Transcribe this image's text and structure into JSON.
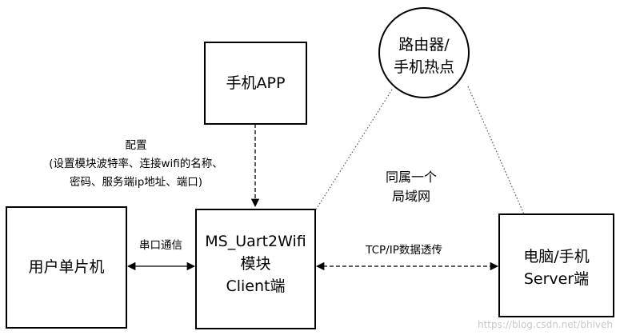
{
  "nodes": {
    "phone_app": {
      "label": "手机APP"
    },
    "router": {
      "line1": "路由器/",
      "line2": "手机热点"
    },
    "mcu": {
      "label": "用户单片机"
    },
    "module": {
      "line1": "MS_Uart2Wifi",
      "line2": "模块",
      "line3": "Client端"
    },
    "pc": {
      "line1": "电脑/手机",
      "line2": "Server端"
    }
  },
  "edges": {
    "config": {
      "line1": "配置",
      "line2": "(设置模块波特率、连接wifi的名称、",
      "line3": "密码、服务端ip地址、端口)"
    },
    "serial": {
      "label": "串口通信"
    },
    "tcp": {
      "label": "TCP/IP数据透传"
    },
    "lan": {
      "line1": "同属一个",
      "line2": "局域网"
    }
  },
  "watermark": "https://blog.csdn.net/bhiveh"
}
